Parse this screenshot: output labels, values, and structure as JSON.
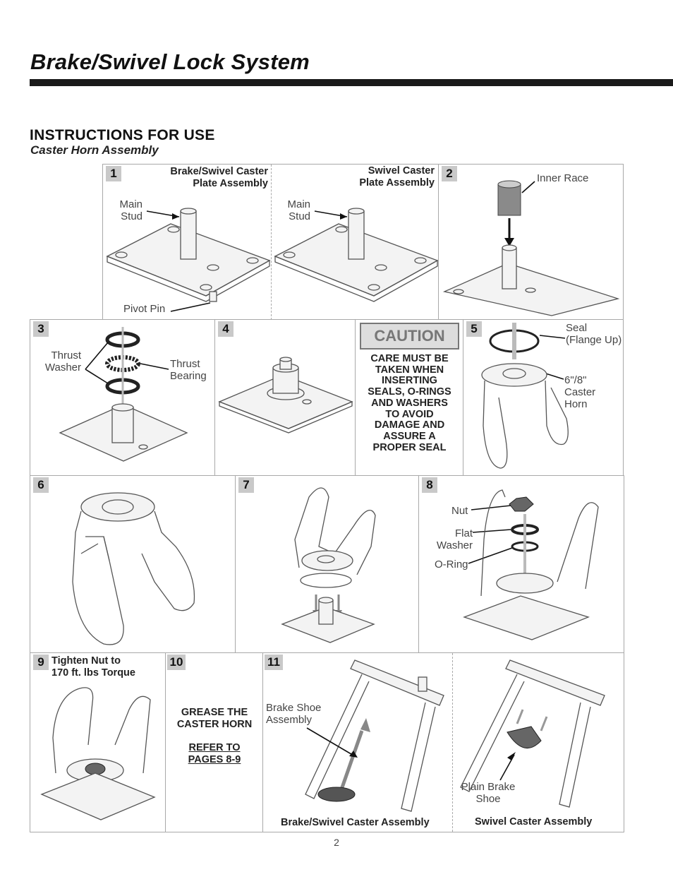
{
  "page": {
    "title": "Brake/Swivel Lock System",
    "section_heading": "INSTRUCTIONS FOR USE",
    "section_subheading": "Caster Horn Assembly",
    "page_number": "2"
  },
  "steps": {
    "s1": {
      "num": "1",
      "caption": "Brake/Swivel Caster\nPlate Assembly",
      "main_stud": "Main\nStud",
      "pivot_pin": "Pivot Pin"
    },
    "s1b": {
      "caption": "Swivel Caster\nPlate Assembly",
      "main_stud": "Main\nStud"
    },
    "s2": {
      "num": "2",
      "inner_race": "Inner Race"
    },
    "s3": {
      "num": "3",
      "thrust_washer": "Thrust\nWasher",
      "thrust_bearing": "Thrust\nBearing"
    },
    "s4": {
      "num": "4"
    },
    "caution": {
      "label": "CAUTION",
      "text": "CARE MUST BE\nTAKEN WHEN\nINSERTING\nSEALS, O-RINGS\nAND WASHERS\nTO AVOID\nDAMAGE AND\nASSURE A\nPROPER SEAL"
    },
    "s5": {
      "num": "5",
      "seal": "Seal\n(Flange Up)",
      "caster_horn": "6\"/8\"\nCaster\nHorn"
    },
    "s6": {
      "num": "6"
    },
    "s7": {
      "num": "7"
    },
    "s8": {
      "num": "8",
      "nut": "Nut",
      "flat_washer": "Flat\nWasher",
      "o_ring": "O-Ring"
    },
    "s9": {
      "num": "9",
      "caption": "Tighten Nut to\n170 ft. lbs Torque"
    },
    "s10": {
      "num": "10",
      "grease": "GREASE THE\nCASTER HORN",
      "refer": "REFER TO\nPAGES 8-9"
    },
    "s11": {
      "num": "11",
      "brake_shoe": "Brake Shoe\nAssembly",
      "brake_caption": "Brake/Swivel Caster Assembly",
      "plain_shoe": "Plain Brake\nShoe",
      "swivel_caption": "Swivel Caster Assembly"
    }
  }
}
